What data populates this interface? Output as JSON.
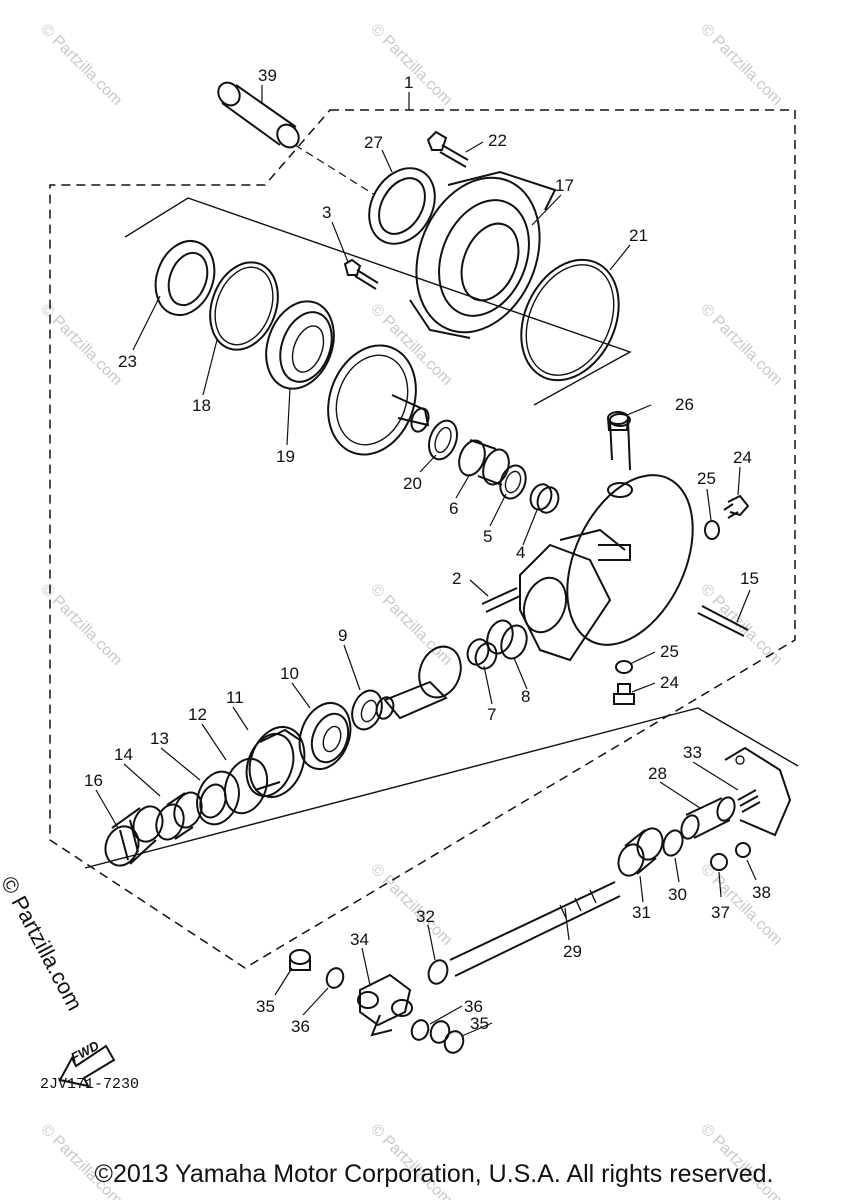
{
  "callouts": [
    "1",
    "2",
    "3",
    "4",
    "5",
    "6",
    "7",
    "8",
    "9",
    "10",
    "11",
    "12",
    "13",
    "14",
    "15",
    "16",
    "17",
    "18",
    "19",
    "20",
    "21",
    "22",
    "23",
    "24",
    "24",
    "25",
    "25",
    "26",
    "27",
    "28",
    "29",
    "30",
    "31",
    "32",
    "33",
    "34",
    "35",
    "35",
    "36",
    "36",
    "37",
    "38",
    "39"
  ],
  "watermark": "© Partzilla.com",
  "side_watermark": "© Partzilla.com",
  "fwd_label": "FWD",
  "diagram_code": "2JV171-7230",
  "copyright": "©2013  Yamaha Motor Corporation, U.S.A. All rights reserved."
}
